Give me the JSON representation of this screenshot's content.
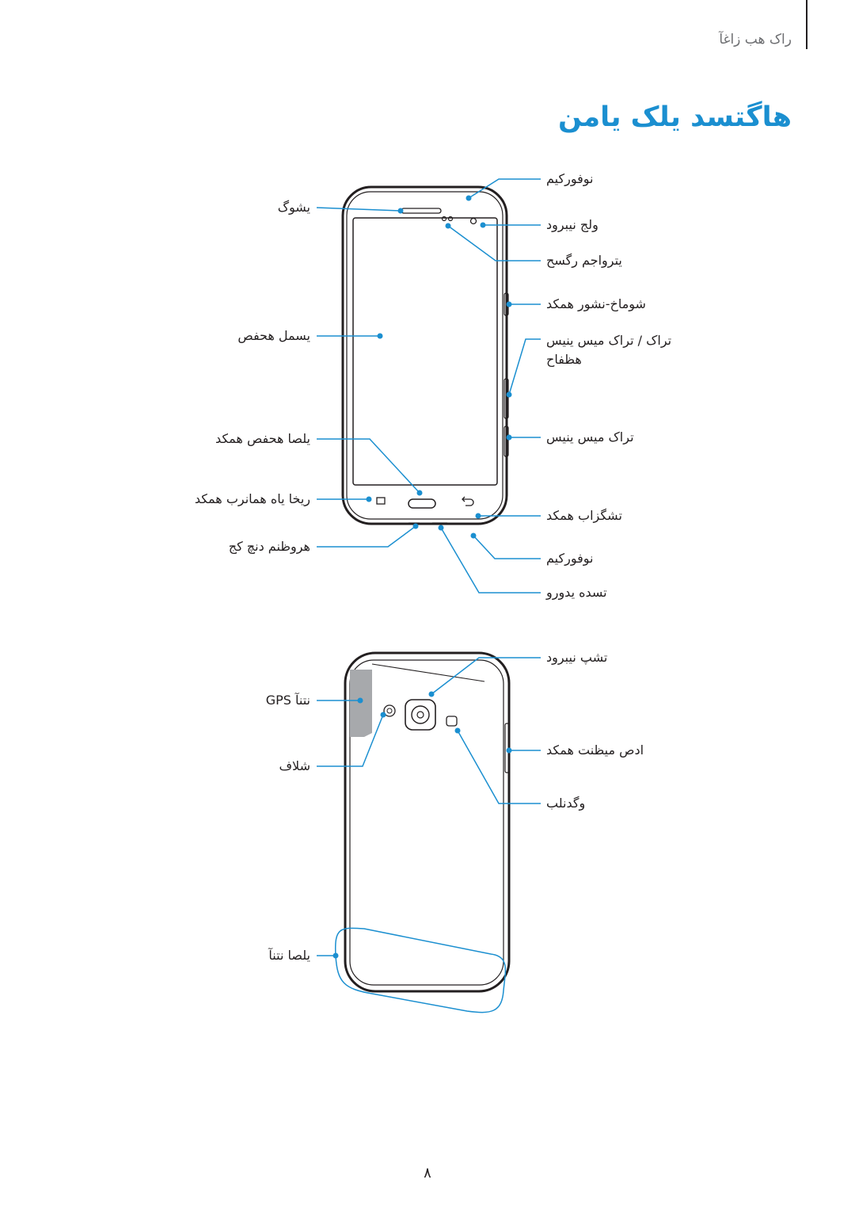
{
  "header": {
    "running_head": "راک هب زاغآ",
    "title": "هاگتسد یلک یامن"
  },
  "colors": {
    "accent": "#1b8fd0",
    "text": "#231f20",
    "gray": "#6d6e71"
  },
  "front_view": {
    "left_labels": [
      "یشوگ",
      "یسمل هحفص",
      "یلصا هحفص همکد",
      "ریخا یاه همانرب همکد",
      "هروظنم دنچ کج"
    ],
    "right_labels": [
      "نوفورکیم",
      "ولج نیبرود",
      "یتروا‌جم رگسح",
      "شوماخ-نشور همکد",
      "تراک / تراک میس ینیس",
      "هظفاح",
      "تراک میس ینیس",
      "تشگزاب همکد",
      "نوفورکیم",
      "تسده یدورو"
    ]
  },
  "back_view": {
    "left_labels": [
      "GPS نتنآ",
      "شلاف",
      "یلصا نتنآ"
    ],
    "right_labels": [
      "تشپ نیبرود",
      "ادص میظنت همکد",
      "وگدنلب"
    ]
  },
  "page_number": "۸"
}
